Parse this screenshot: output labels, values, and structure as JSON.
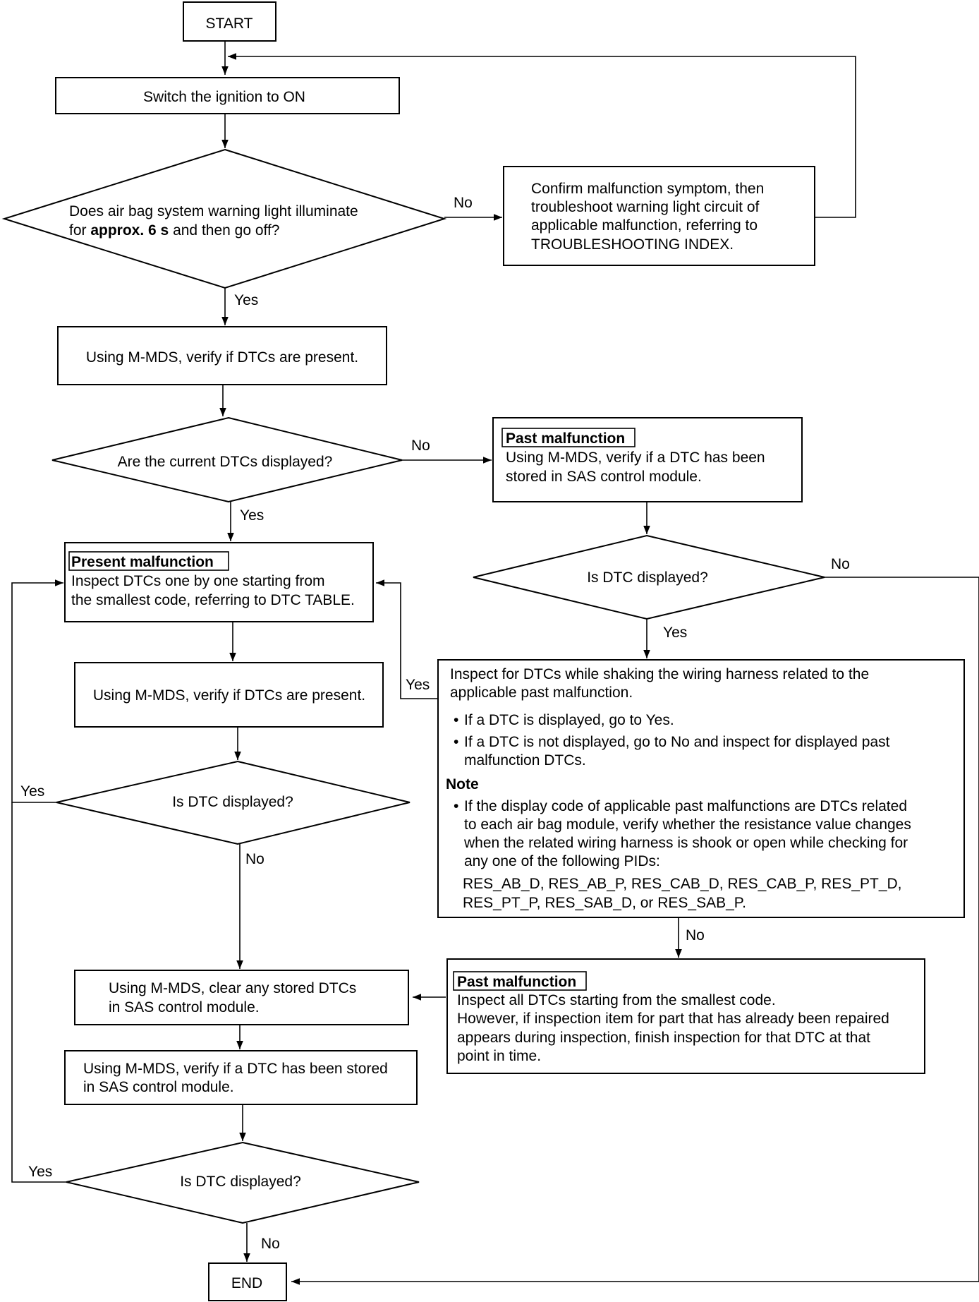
{
  "flowchart": {
    "start": "START",
    "end": "END",
    "step_ignition": "Switch the ignition to ON",
    "q_warning_light": {
      "line1": "Does air bag system warning light illuminate",
      "line2_pre": "for ",
      "line2_bold": "approx. 6 s",
      "line2_post": " and then go off?"
    },
    "confirm_symptom": [
      "Confirm malfunction symptom, then",
      "troubleshoot warning light circuit of",
      "applicable malfunction, referring to",
      "TROUBLESHOOTING INDEX."
    ],
    "verify_dtcs_1": "Using M-MDS, verify if DTCs are present.",
    "q_current_dtcs": "Are the current DTCs displayed?",
    "past_malfunction_1": {
      "tag": "Past malfunction",
      "lines": [
        "Using M-MDS, verify if a DTC has been",
        "stored in SAS control module."
      ]
    },
    "present_malfunction": {
      "tag": "Present malfunction",
      "lines": [
        "Inspect DTCs one by one starting from",
        "the smallest code, referring to DTC TABLE."
      ]
    },
    "q_dtc_displayed_right": "Is DTC displayed?",
    "verify_dtcs_2": "Using M-MDS, verify if DTCs are present.",
    "shake_inspection": {
      "intro": [
        "Inspect for DTCs while shaking the wiring harness related to the",
        "applicable past malfunction."
      ],
      "bullet_yes": "If a DTC is displayed, go to Yes.",
      "bullet_no": [
        "If a DTC is not displayed, go to No and inspect for displayed past",
        "malfunction DTCs."
      ],
      "note_heading": "Note",
      "note_lines": [
        "If the display code of applicable past malfunctions are DTCs related",
        "to each air bag module, verify whether the resistance value changes",
        "when the related wiring harness is shook or open while checking for",
        "any one of the following PIDs:"
      ],
      "pid_lines": [
        "RES_AB_D, RES_AB_P, RES_CAB_D, RES_CAB_P, RES_PT_D,",
        "RES_PT_P, RES_SAB_D, or RES_SAB_P."
      ]
    },
    "q_dtc_displayed_left": "Is DTC displayed?",
    "clear_dtcs": [
      "Using M-MDS, clear any stored DTCs",
      "in SAS control module."
    ],
    "past_malfunction_2": {
      "tag": "Past malfunction",
      "lines": [
        "Inspect all DTCs starting from the smallest code.",
        "However, if inspection item for part that has already been repaired",
        "appears during inspection, finish inspection for that DTC at that",
        "point in time."
      ]
    },
    "verify_stored": [
      "Using M-MDS, verify if a DTC has been stored",
      "in SAS control module."
    ],
    "q_dtc_displayed_bottom": "Is DTC displayed?",
    "labels": {
      "yes": "Yes",
      "no": "No"
    }
  }
}
